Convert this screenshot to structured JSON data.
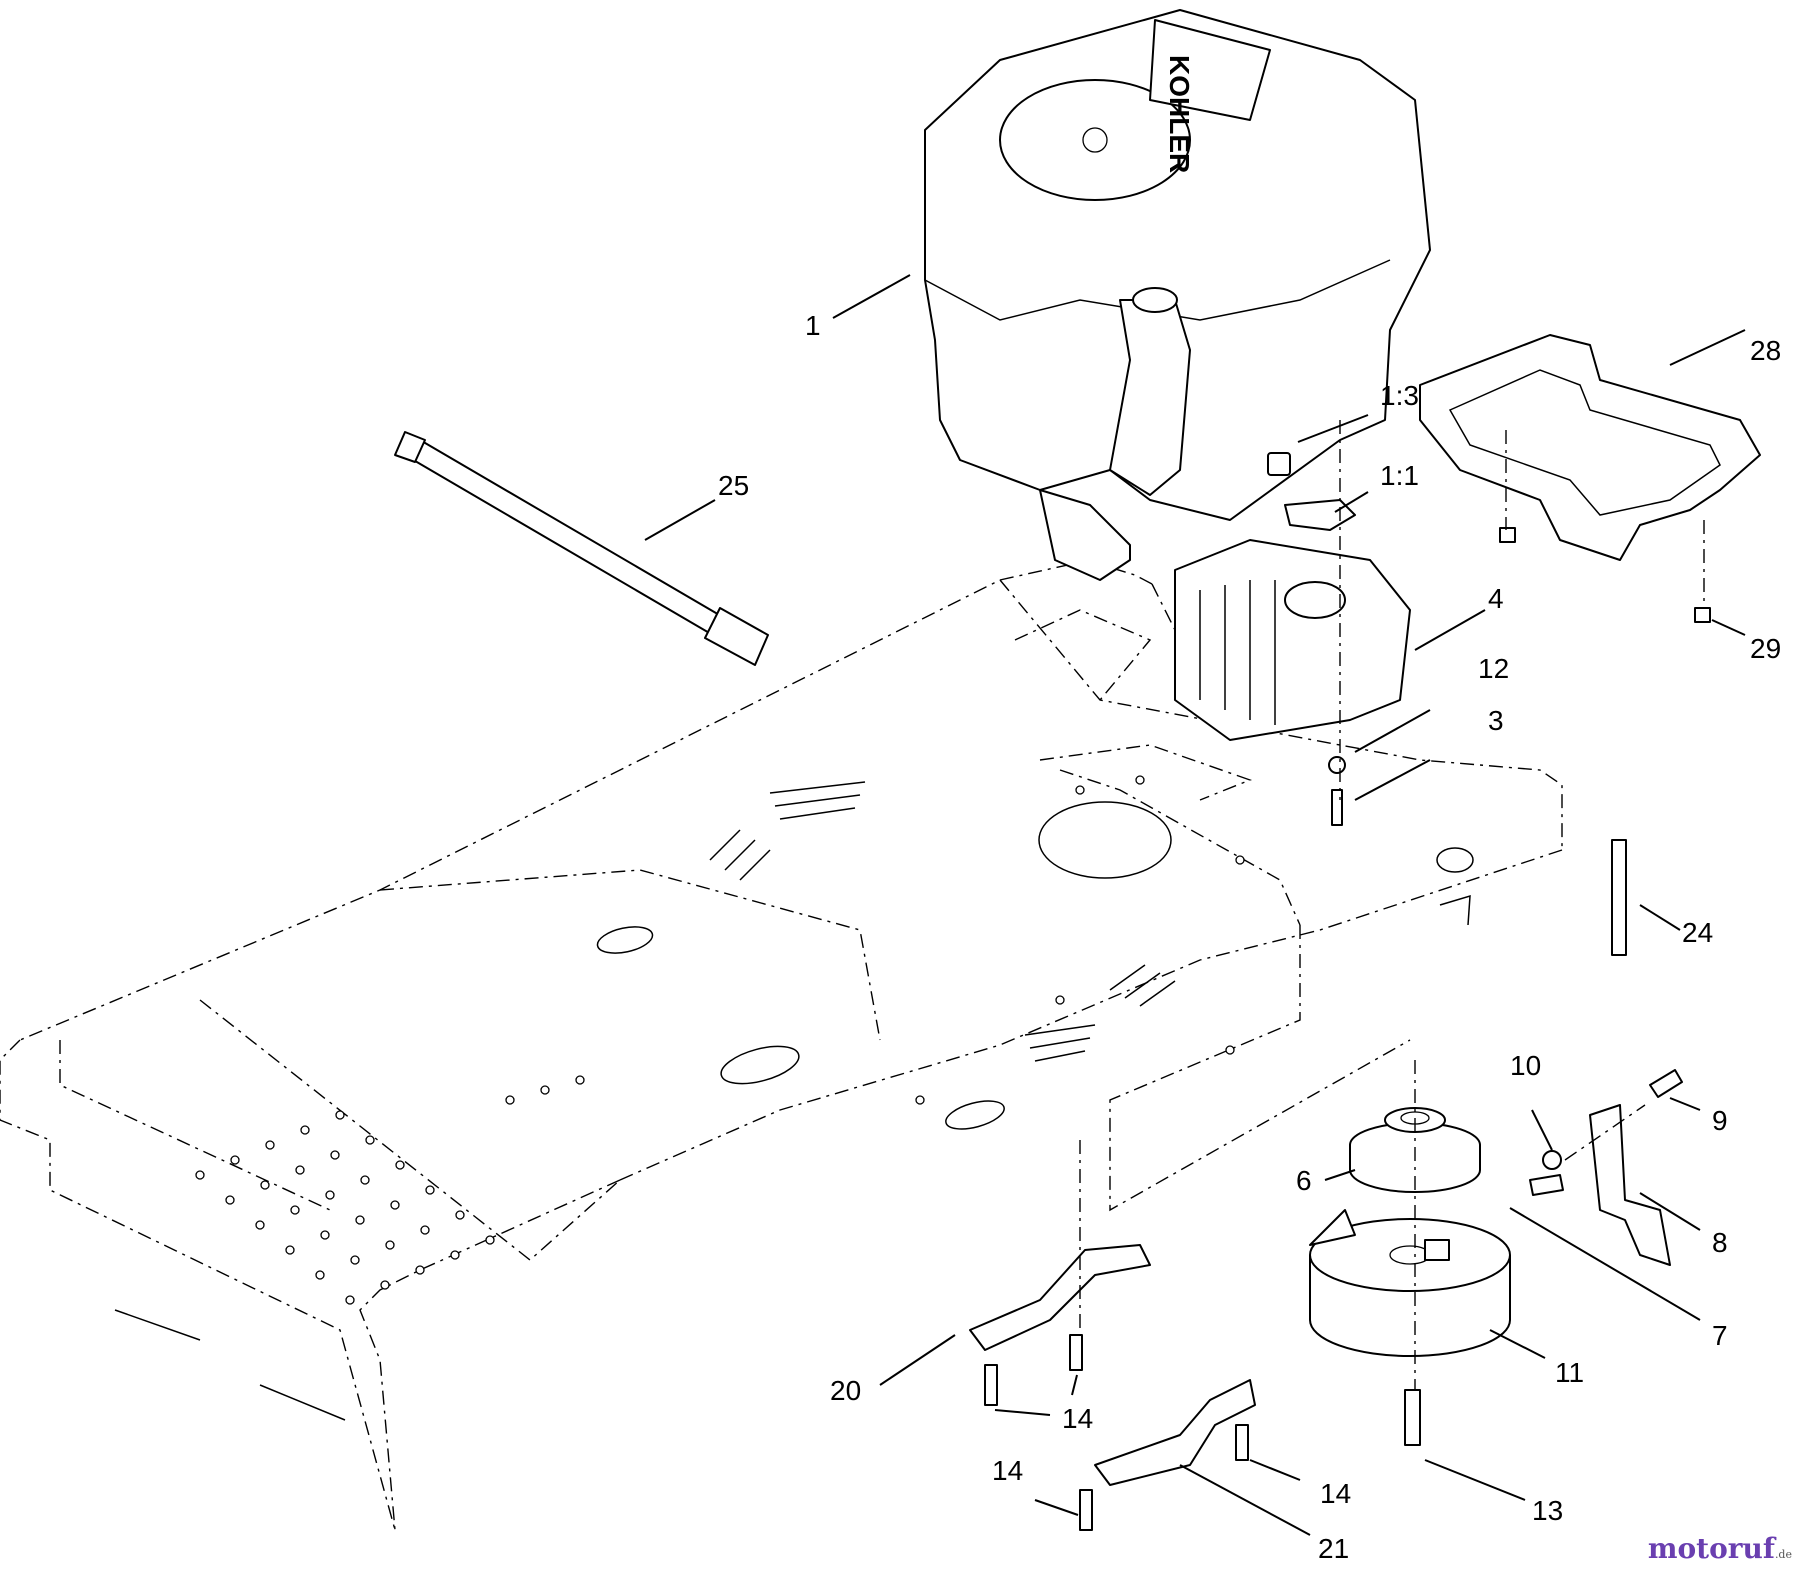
{
  "engine_brand": "KOHLER",
  "watermark": {
    "brand": "motoruf",
    "tld": ".de"
  },
  "callouts": [
    {
      "id": "1",
      "text": "1"
    },
    {
      "id": "1-3",
      "text": "1:3"
    },
    {
      "id": "1-1",
      "text": "1:1"
    },
    {
      "id": "3",
      "text": "3"
    },
    {
      "id": "4",
      "text": "4"
    },
    {
      "id": "6",
      "text": "6"
    },
    {
      "id": "7",
      "text": "7"
    },
    {
      "id": "8",
      "text": "8"
    },
    {
      "id": "9",
      "text": "9"
    },
    {
      "id": "10",
      "text": "10"
    },
    {
      "id": "11",
      "text": "11"
    },
    {
      "id": "12",
      "text": "12"
    },
    {
      "id": "13",
      "text": "13"
    },
    {
      "id": "14a",
      "text": "14"
    },
    {
      "id": "14b",
      "text": "14"
    },
    {
      "id": "14c",
      "text": "14"
    },
    {
      "id": "20",
      "text": "20"
    },
    {
      "id": "21",
      "text": "21"
    },
    {
      "id": "24",
      "text": "24"
    },
    {
      "id": "25",
      "text": "25"
    },
    {
      "id": "28",
      "text": "28"
    },
    {
      "id": "29",
      "text": "29"
    }
  ]
}
